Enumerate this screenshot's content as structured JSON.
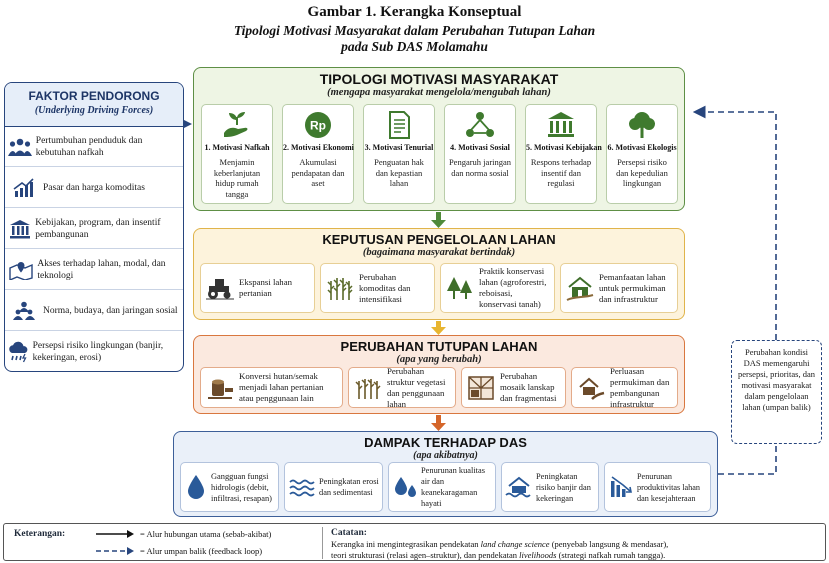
{
  "title": "Gambar 1. Kerangka Konseptual",
  "subtitle_line1": "Tipologi Motivasi Masyarakat dalam Perubahan Tutupan Lahan",
  "subtitle_line2": "pada Sub DAS Molamahu",
  "driving_forces": {
    "title": "FAKTOR PENDORONG",
    "subtitle": "(Underlying Driving Forces)",
    "items": [
      {
        "label": "Pertumbuhan penduduk dan kebutuhan nafkah",
        "icon": "people-icon"
      },
      {
        "label": "Pasar dan harga komoditas",
        "icon": "rising-chart-icon"
      },
      {
        "label": "Kebijakan, program, dan insentif pembangunan",
        "icon": "government-building-icon"
      },
      {
        "label": "Akses terhadap lahan, modal, dan teknologi",
        "icon": "map-pin-icon"
      },
      {
        "label": "Norma, budaya, dan jaringan sosial",
        "icon": "community-icon"
      },
      {
        "label": "Persepsi risiko lingkungan (banjir, kekeringan, erosi)",
        "icon": "storm-cloud-icon"
      }
    ]
  },
  "typology": {
    "title": "TIPOLOGI MOTIVASI MASYARAKAT",
    "subtitle": "(mengapa masyarakat mengelola/mengubah lahan)",
    "cards": [
      {
        "label": "1. Motivasi Nafkah",
        "desc": "Menjamin keberlanjutan hidup rumah tangga",
        "icon": "hand-sprout-icon"
      },
      {
        "label": "2. Motivasi Ekonomi",
        "desc": "Akumulasi pendapatan dan aset",
        "icon": "rupiah-coin-icon",
        "icon_text": "Rp"
      },
      {
        "label": "3. Motivasi Tenurial",
        "desc": "Penguatan hak dan kepastian lahan",
        "icon": "document-icon"
      },
      {
        "label": "4. Motivasi Sosial",
        "desc": "Pengaruh jaringan dan norma sosial",
        "icon": "network-icon"
      },
      {
        "label": "5. Motivasi Kebijakan",
        "desc": "Respons terhadap insentif dan regulasi",
        "icon": "government-building-icon"
      },
      {
        "label": "6. Motivasi Ekologis",
        "desc": "Persepsi risiko dan kepedulian lingkungan",
        "icon": "tree-icon"
      }
    ]
  },
  "decision": {
    "title": "KEPUTUSAN PENGELOLAAN LAHAN",
    "subtitle": "(bagaimana masyarakat bertindak)",
    "cards": [
      {
        "label": "Ekspansi lahan pertanian",
        "icon": "tractor-icon"
      },
      {
        "label": "Perubahan komoditas dan intensifikasi",
        "icon": "crop-icon"
      },
      {
        "label": "Praktik konservasi lahan (agroforestri, reboisasi, konservasi tanah)",
        "icon": "trees-icon"
      },
      {
        "label": "Pemanfaatan lahan untuk permukiman dan infrastruktur",
        "icon": "house-icon"
      }
    ]
  },
  "land_cover": {
    "title": "PERUBAHAN TUTUPAN LAHAN",
    "subtitle": "(apa yang berubah)",
    "cards": [
      {
        "label": "Konversi hutan/semak menjadi lahan pertanian atau penggunaan lain",
        "icon": "stump-icon"
      },
      {
        "label": "Perubahan struktur vegetasi dan penggunaan lahan",
        "icon": "crop-icon"
      },
      {
        "label": "Perubahan mosaik lanskap dan fragmentasi",
        "icon": "mosaic-icon"
      },
      {
        "label": "Perluasan permukiman dan pembangunan infrastruktur",
        "icon": "house-road-icon"
      }
    ]
  },
  "impact": {
    "title": "DAMPAK TERHADAP DAS",
    "subtitle": "(apa akibatnya)",
    "cards": [
      {
        "label": "Gangguan fungsi hidrologis (debit, infiltrasi, resapan)",
        "icon": "water-drop-icon"
      },
      {
        "label": "Peningkatan erosi dan sedimentasi",
        "icon": "waves-icon"
      },
      {
        "label": "Penurunan kualitas air dan keanekaragaman hayati",
        "icon": "drops-icon"
      },
      {
        "label": "Peningkatan risiko banjir dan kekeringan",
        "icon": "flood-house-icon"
      },
      {
        "label": "Penurunan produktivitas lahan dan kesejahteraan",
        "icon": "declining-chart-icon"
      }
    ]
  },
  "feedback_box": "Perubahan kondisi DAS memengaruhi persepsi, prioritas, dan motivasi masyarakat dalam pengelolaan lahan (umpan balik)",
  "legend": {
    "title": "Keterangan:",
    "solid": "= Alur hubungan utama (sebab-akibat)",
    "dashed": "= Alur umpan balik (feedback loop)",
    "note_title": "Catatan:",
    "note_line1_a": "Kerangka ini mengintegrasikan pendekatan ",
    "note_line1_b": "land change science",
    "note_line1_c": " (penyebab langsung & mendasar),",
    "note_line2_a": "teori strukturasi (relasi agen–struktur), dan pendekatan ",
    "note_line2_b": "livelihoods",
    "note_line2_c": " (strategi nafkah rumah tangga)."
  },
  "colors": {
    "navy": "#27457d",
    "green": "#5e8f45",
    "amber": "#e0b44b",
    "orange": "#d9773f",
    "blue_box": "#3d5f99"
  }
}
